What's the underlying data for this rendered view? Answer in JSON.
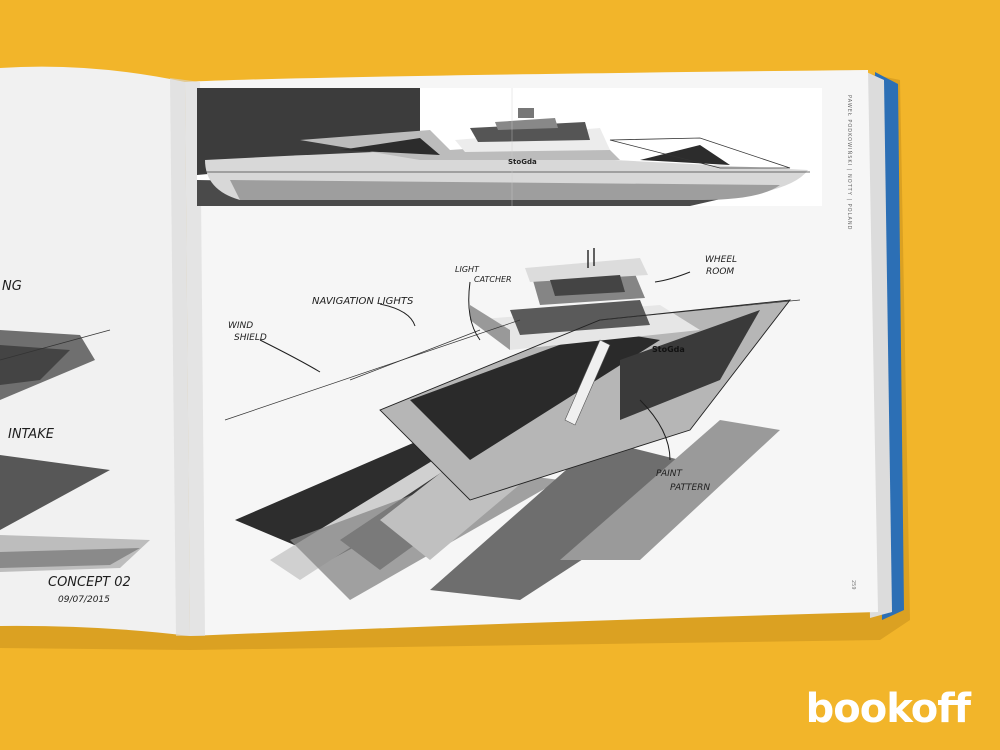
{
  "photo": {
    "background_color": "#f2b52a",
    "subject": "open-sketchbook"
  },
  "left_page": {
    "labels": {
      "cut_label_top": "NG",
      "cut_label_mid": "INTAKE",
      "concept_title": "CONCEPT 02",
      "concept_date": "09/07/2015"
    }
  },
  "right_page": {
    "side_view": {
      "logo_text": "StoGda"
    },
    "perspective_view": {
      "logo_text": "StoGda",
      "annotations": {
        "wind_shield": [
          "WIND",
          "SHIELD"
        ],
        "navigation_lights": "NAVIGATION LIGHTS",
        "light_catcher": [
          "LIGHT",
          "CATCHER"
        ],
        "wheel_room": [
          "WHEEL",
          "ROOM"
        ],
        "paint_pattern": [
          "PAINT",
          "PATTERN"
        ]
      }
    },
    "spine_text": "PAWEŁ PODKOWIŃSKI | NOTTY | POLAND",
    "page_number": "259"
  },
  "watermark": {
    "text": "bookoff",
    "color": "#ffffff"
  }
}
